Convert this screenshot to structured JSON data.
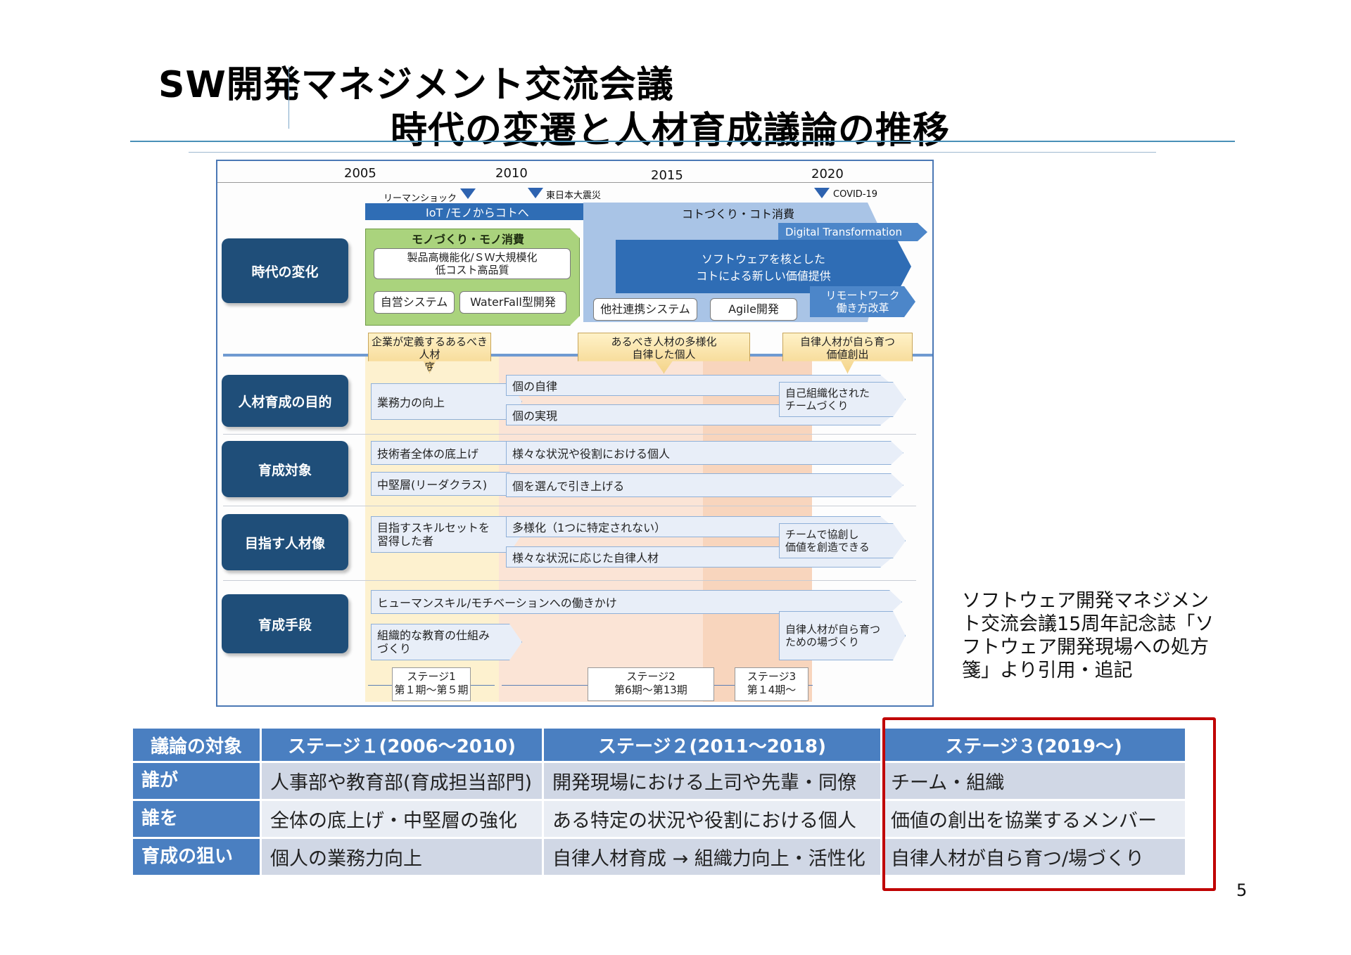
{
  "title": {
    "line1": "SW開発マネジメント交流会議",
    "line2": "時代の変遷と人材育成議論の推移"
  },
  "figure": {
    "years": [
      "2005",
      "2010",
      "2015",
      "2020"
    ],
    "events": [
      "リーマンショック",
      "東日本大震災",
      "COVID-19"
    ],
    "row_labels": [
      "時代の変化",
      "人材育成の目的",
      "育成対象",
      "目指す人材像",
      "育成手段"
    ],
    "era": {
      "iot_arrow": "IoT /モノからコトへ",
      "kotozukuri": "コトづくり・コト消費",
      "digital_transformation": "Digital Transformation",
      "monozukuri": "モノづくり・モノ消費",
      "box_product": "製品高機能化/ＳＷ大規模化\n低コスト高品質",
      "box_jiei": "自営システム",
      "box_waterfall": "WaterFall型開発",
      "software_core": "ソフトウェアを核とした\nコトによる新しい価値提供",
      "remote_work": "リモートワーク\n働き方改革",
      "box_tasha": "他社連携システム",
      "box_agile": "Agile開発"
    },
    "bands": [
      "企業が定義するあるべき人材\n一律底上げ",
      "あるべき人材の多様化\n自律した個人",
      "自律人材が自ら育つ\n価値創出"
    ],
    "purpose": {
      "s1": "業務力の向上",
      "s2a": "個の自律",
      "s2b": "個の実現",
      "s3": "自己組織化された\nチームづくり"
    },
    "target": {
      "s1a": "技術者全体の底上げ",
      "s1b": "中堅層(リーダクラス)",
      "s2a": "様々な状況や役割における個人",
      "s2b": "個を選んで引き上げる"
    },
    "ideal": {
      "s1": "目指すスキルセットを\n習得した者",
      "s2a": "多様化（1つに特定されない）",
      "s2b": "様々な状況に応じた自律人材",
      "s3": "チームで協創し\n価値を創造できる"
    },
    "means": {
      "all": "ヒューマンスキル/モチベーションへの働きかけ",
      "s1": "組織的な教育の仕組み\nづくり",
      "s3": "自律人材が自ら育つ\nための場づくり"
    },
    "stages": [
      "ステージ1\n第１期〜第５期",
      "ステージ2\n第6期〜第13期",
      "ステージ3\n第１4期〜"
    ]
  },
  "caption": "ソフトウェア開発マネジメント交流会議15周年記念誌「ソフトウェア開発現場への処方箋」より引用・追記",
  "table": {
    "headers": [
      "議論の対象",
      "ステージ１(2006〜2010)",
      "ステージ２(2011〜2018)",
      "ステージ３(2019〜)"
    ],
    "rows": [
      {
        "label": "誰が",
        "cells": [
          "人事部や教育部(育成担当部門)",
          "開発現場における上司や先輩・同僚",
          "チーム・組織"
        ]
      },
      {
        "label": "誰を",
        "cells": [
          "全体の底上げ・中堅層の強化",
          "ある特定の状況や役割における個人",
          "価値の創出を協業するメンバー"
        ]
      },
      {
        "label": "育成の狙い",
        "cells": [
          "個人の業務力向上",
          "自律人材育成 → 組織力向上・活性化",
          "自律人材が自ら育つ/場づくり"
        ]
      }
    ]
  },
  "page_number": "5",
  "colors": {
    "header_blue": "#4a7fc1",
    "row_label_navy": "#1f4e79",
    "highlight_red": "#c00000"
  }
}
